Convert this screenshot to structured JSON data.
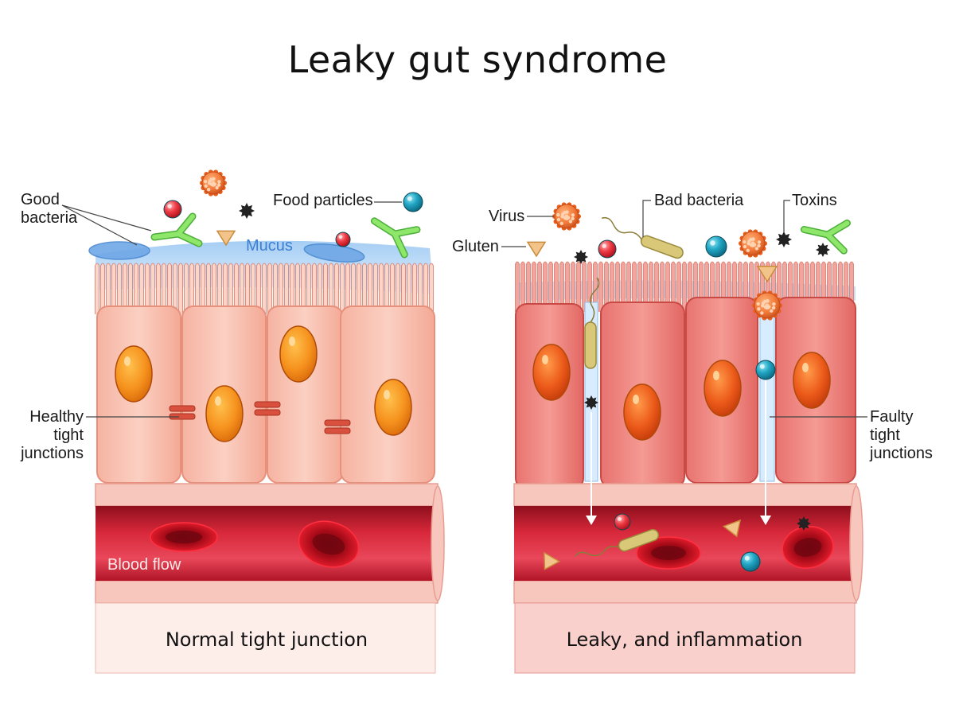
{
  "title": "Leaky gut syndrome",
  "panels": {
    "left": {
      "caption": "Normal tight junction",
      "labels": {
        "good_bacteria": [
          "Good",
          "bacteria"
        ],
        "food_particles": "Food particles",
        "mucus": "Mucus",
        "healthy_tight_junctions": [
          "Healthy",
          "tight",
          "junctions"
        ],
        "blood_flow": "Blood flow"
      }
    },
    "right": {
      "caption": "Leaky, and inflammation",
      "labels": {
        "virus": "Virus",
        "gluten": "Gluten",
        "bad_bacteria": "Bad bacteria",
        "toxins": "Toxins",
        "faulty_tight_junctions": [
          "Faulty",
          "tight",
          "junctions"
        ]
      }
    }
  },
  "colors": {
    "cell_healthy": "#f9c2b0",
    "cell_inflamed": "#f08a86",
    "nucleus": "#f6921e",
    "nucleus_inflamed": "#e8541a",
    "mucus": "#7fb4ea",
    "vessel": "#c8182a",
    "rbc": "#c4101c",
    "tight_junction": "#d9503f",
    "bacteria_good": "#7ed957",
    "food_particle": "#1f9fbf",
    "toxin": "#222222"
  }
}
